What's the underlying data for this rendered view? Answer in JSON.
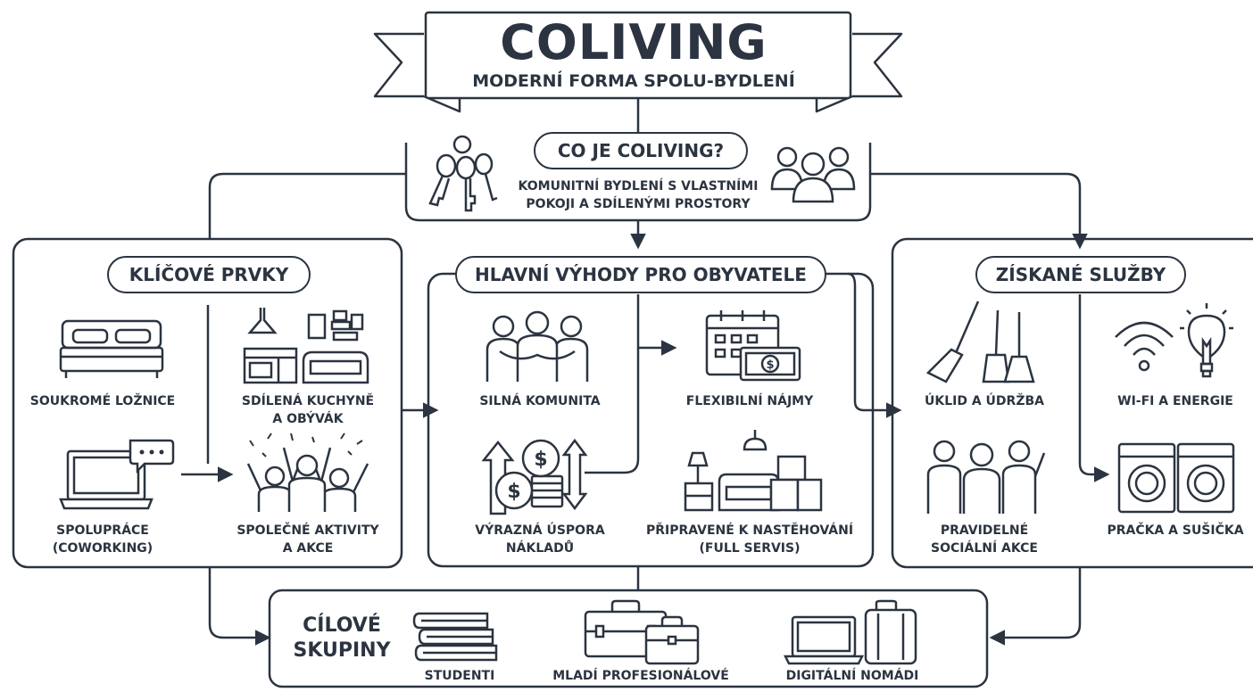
{
  "header": {
    "title": "COLIVING",
    "subtitle": "MODERNÍ FORMA SPOLU-BYDLENÍ"
  },
  "what_is": {
    "heading": "CO JE COLIVING?",
    "text_line1": "KOMUNITNÍ BYDLENÍ S VLASTNÍMI",
    "text_line2": "POKOJI A SDÍLENÝMI PROSTORY"
  },
  "key_elements": {
    "heading": "KLÍČOVÉ PRVKY",
    "items": [
      {
        "line1": "SOUKROMÉ LOŽNICE",
        "line2": "",
        "icon": "bed-icon"
      },
      {
        "line1": "SDÍLENÁ KUCHYNĚ",
        "line2": "A OBÝVÁK",
        "icon": "kitchen-living-icon"
      },
      {
        "line1": "SPOLUPRÁCE",
        "line2": "(COWORKING)",
        "icon": "laptop-chat-icon"
      },
      {
        "line1": "SPOLEČNÉ AKTIVITY",
        "line2": "A AKCE",
        "icon": "celebration-icon"
      }
    ]
  },
  "benefits": {
    "heading": "HLAVNÍ VÝHODY PRO OBYVATELE",
    "items": [
      {
        "line1": "SILNÁ KOMUNITA",
        "line2": "",
        "icon": "community-icon"
      },
      {
        "line1": "FLEXIBILNÍ NÁJMY",
        "line2": "",
        "icon": "calendar-money-icon"
      },
      {
        "line1": "VÝRAZNÁ ÚSPORA",
        "line2": "NÁKLADŮ",
        "icon": "coins-icon"
      },
      {
        "line1": "PŘIPRAVENÉ K NASTĚHOVÁNÍ",
        "line2": "(FULL SERVIS)",
        "icon": "furnished-room-icon"
      }
    ]
  },
  "services": {
    "heading": "ZÍSKANÉ SLUŽBY",
    "items": [
      {
        "line1": "ÚKLID A ÚDRŽBA",
        "line2": "",
        "icon": "brooms-icon"
      },
      {
        "line1": "WI-FI A ENERGIE",
        "line2": "",
        "icon": "wifi-bulb-icon"
      },
      {
        "line1": "PRAVIDELNÉ",
        "line2": "SOCIÁLNÍ AKCE",
        "icon": "friends-icon"
      },
      {
        "line1": "PRAČKA A SUŠIČKA",
        "line2": "",
        "icon": "washer-dryer-icon"
      }
    ]
  },
  "target_groups": {
    "heading_line1": "CÍLOVÉ",
    "heading_line2": "SKUPINY",
    "items": [
      {
        "label": "STUDENTI",
        "icon": "books-icon"
      },
      {
        "label": "MLADÍ PROFESIONÁLOVÉ",
        "icon": "briefcases-icon"
      },
      {
        "label": "DIGITÁLNÍ NOMÁDI",
        "icon": "laptop-luggage-icon"
      }
    ]
  },
  "colors": {
    "ink": "#2b3440",
    "background": "#ffffff"
  }
}
